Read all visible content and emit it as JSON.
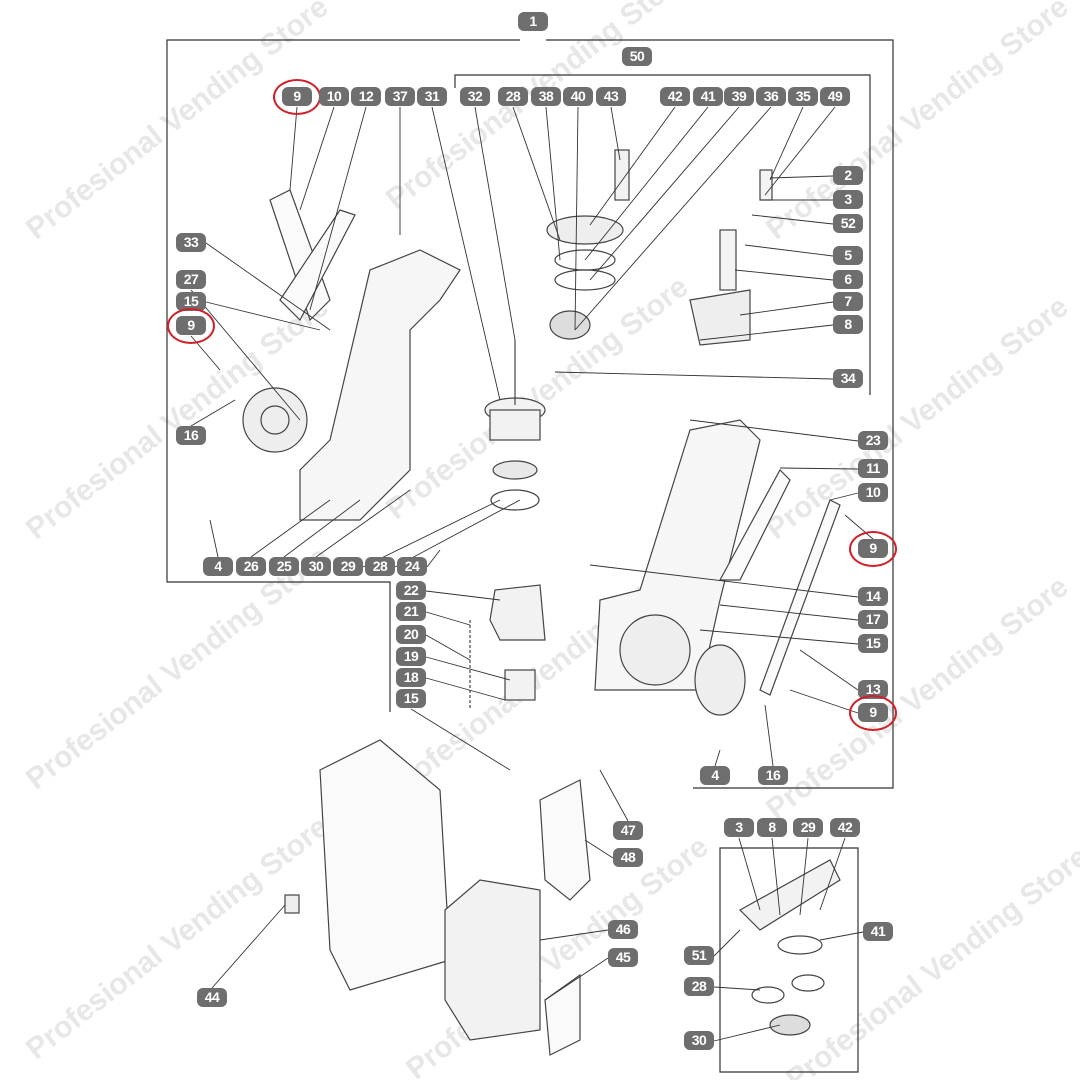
{
  "diagram": {
    "title": "Exploded parts diagram - brewer unit",
    "watermark": "Profesional Vending Store",
    "badge_color": "#6e6e6e",
    "highlight_color": "#d0202a",
    "callouts": [
      {
        "label": "1"
      },
      {
        "label": "50"
      },
      {
        "label": "9",
        "highlighted": true
      },
      {
        "label": "10"
      },
      {
        "label": "12"
      },
      {
        "label": "37"
      },
      {
        "label": "31"
      },
      {
        "label": "32"
      },
      {
        "label": "28"
      },
      {
        "label": "38"
      },
      {
        "label": "40"
      },
      {
        "label": "43"
      },
      {
        "label": "42"
      },
      {
        "label": "41"
      },
      {
        "label": "39"
      },
      {
        "label": "36"
      },
      {
        "label": "35"
      },
      {
        "label": "49"
      },
      {
        "label": "2"
      },
      {
        "label": "3"
      },
      {
        "label": "52"
      },
      {
        "label": "5"
      },
      {
        "label": "6"
      },
      {
        "label": "7"
      },
      {
        "label": "8"
      },
      {
        "label": "34"
      },
      {
        "label": "23"
      },
      {
        "label": "11"
      },
      {
        "label": "10"
      },
      {
        "label": "9",
        "highlighted": true
      },
      {
        "label": "14"
      },
      {
        "label": "17"
      },
      {
        "label": "15"
      },
      {
        "label": "13"
      },
      {
        "label": "9",
        "highlighted": true
      },
      {
        "label": "16"
      },
      {
        "label": "4"
      },
      {
        "label": "33"
      },
      {
        "label": "27"
      },
      {
        "label": "15"
      },
      {
        "label": "9",
        "highlighted": true
      },
      {
        "label": "16"
      },
      {
        "label": "4"
      },
      {
        "label": "26"
      },
      {
        "label": "25"
      },
      {
        "label": "30"
      },
      {
        "label": "29"
      },
      {
        "label": "28"
      },
      {
        "label": "24"
      },
      {
        "label": "22"
      },
      {
        "label": "21"
      },
      {
        "label": "20"
      },
      {
        "label": "19"
      },
      {
        "label": "18"
      },
      {
        "label": "15"
      },
      {
        "label": "47"
      },
      {
        "label": "48"
      },
      {
        "label": "46"
      },
      {
        "label": "45"
      },
      {
        "label": "44"
      },
      {
        "label": "3"
      },
      {
        "label": "8"
      },
      {
        "label": "29"
      },
      {
        "label": "42"
      },
      {
        "label": "41"
      },
      {
        "label": "51"
      },
      {
        "label": "28"
      },
      {
        "label": "30"
      }
    ]
  }
}
